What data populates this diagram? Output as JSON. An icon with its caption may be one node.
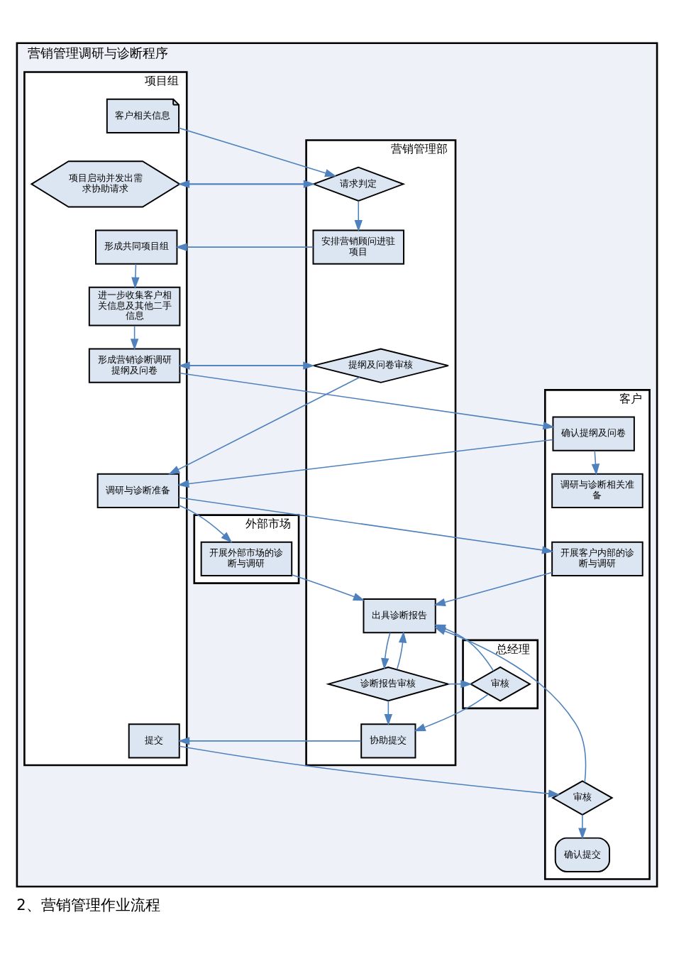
{
  "diagram": {
    "caption": "2、营销管理作业流程",
    "nodes": [
      {
        "text": [
          "营销管理调研与诊断程序"
        ]
      },
      {
        "text": [
          "项目组"
        ],
        "in": 0
      },
      {
        "text": [
          "营销管理部"
        ],
        "in": 0
      },
      {
        "text": [
          "总经理"
        ],
        "in": 0
      },
      {
        "text": [
          "客户"
        ],
        "in": 0
      },
      {
        "text": [
          "外部市场"
        ],
        "in": 0
      },
      {
        "text": [
          "项目启动并发出需求协助请求"
        ],
        "in": 1
      },
      {
        "text": [
          "客户相关信息"
        ],
        "in": 1
      },
      {
        "text": [
          "形成共同项目组"
        ],
        "in": 1
      },
      {
        "text": [
          "进一步收集客户相关信息及其他二手信息"
        ],
        "in": 1
      },
      {
        "text": [
          "形成营销诊断调研提纲及问卷"
        ],
        "in": 1
      },
      {
        "text": [
          "调研与诊断准备"
        ],
        "in": 1
      },
      {
        "text": [
          "提交"
        ],
        "in": 1
      },
      {
        "text": [
          "请求判定"
        ],
        "in": 2
      },
      {
        "text": [
          "安排营销顾问进驻项目"
        ],
        "in": 2
      },
      {
        "text": [
          "提纲及问卷审核"
        ],
        "in": 2
      },
      {
        "text": [
          "出具诊断报告"
        ],
        "in": 2
      },
      {
        "text": [
          "诊断报告审核"
        ],
        "in": 2
      },
      {
        "text": [
          "协助提交"
        ],
        "in": 2
      },
      {
        "text": [
          "审核"
        ],
        "in": 4
      },
      {
        "text": [
          "确认提纲及问卷"
        ],
        "in": 4
      },
      {
        "text": [
          "调研与诊断相关准备"
        ],
        "in": 4
      },
      {
        "text": [
          "开展客户内部的诊断与调研"
        ],
        "in": 4
      },
      {
        "text": [
          "审核"
        ],
        "in": 3
      },
      {
        "text": [
          "确认提交"
        ],
        "in": 4
      },
      {
        "text": [
          "开展外部市场的诊断与调研"
        ],
        "in": 5
      }
    ],
    "edges": [
      {
        "from": 6,
        "to": 13,
        "arrow": "to"
      },
      {
        "from": 7,
        "to": 13,
        "arrow": "to"
      },
      {
        "from": 13,
        "to": 6,
        "arrow": "to"
      },
      {
        "from": 13,
        "to": 14,
        "arrow": "to"
      },
      {
        "from": 14,
        "to": 8,
        "arrow": "to"
      },
      {
        "from": 8,
        "to": 9,
        "arrow": "to"
      },
      {
        "from": 9,
        "to": 10,
        "arrow": "to"
      },
      {
        "from": 15,
        "to": 10,
        "arrow": "to"
      },
      {
        "from": 10,
        "to": 15,
        "arrow": "to"
      },
      {
        "from": 10,
        "to": 20,
        "arrow": "to"
      },
      {
        "from": 15,
        "to": 11,
        "arrow": "to"
      },
      {
        "from": 20,
        "to": 21,
        "arrow": "to"
      },
      {
        "from": 20,
        "to": 11,
        "arrow": "to"
      },
      {
        "from": 11,
        "to": 22,
        "arrow": "to"
      },
      {
        "from": 11,
        "to": 25,
        "arrow": "to"
      },
      {
        "from": 22,
        "to": 16,
        "arrow": "to"
      },
      {
        "from": 25,
        "to": 16,
        "arrow": "to"
      },
      {
        "from": 16,
        "to": 17,
        "arrow": "to"
      },
      {
        "from": 17,
        "to": 23,
        "arrow": "to"
      },
      {
        "from": 23,
        "to": 16,
        "arrow": "to"
      },
      {
        "from": 17,
        "to": 16,
        "arrow": "to"
      },
      {
        "from": 19,
        "to": 16,
        "arrow": "to"
      },
      {
        "from": 17,
        "to": 18,
        "arrow": "to"
      },
      {
        "from": 23,
        "to": 18,
        "arrow": "to"
      },
      {
        "from": 18,
        "to": 12,
        "arrow": "to"
      },
      {
        "from": 12,
        "to": 19,
        "arrow": "to"
      },
      {
        "from": 19,
        "to": 24,
        "arrow": "to"
      }
    ]
  }
}
